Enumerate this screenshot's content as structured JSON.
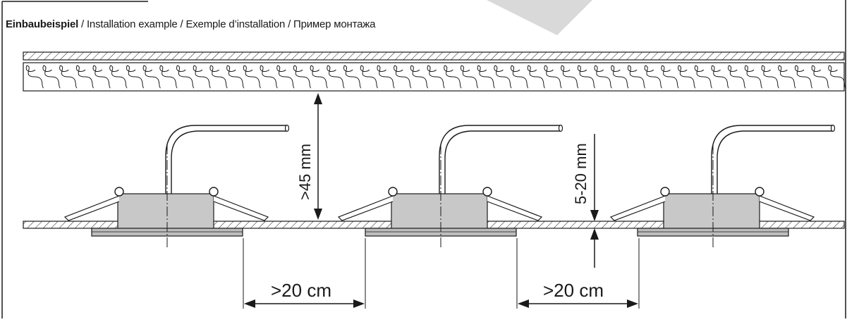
{
  "title": {
    "bold": "Einbaubeispiel",
    "rest": " / Installation example / Exemple d’installation / Пример монтажа"
  },
  "labels": {
    "insulation_gap": ">45 mm",
    "ceiling_thickness": "5-20 mm",
    "spacing_1": ">20 cm",
    "spacing_2": ">20 cm"
  },
  "colors": {
    "line": "#1a1a1a",
    "housing": "#c8c8c8",
    "bezel": "#bdbdbd",
    "watermark": "#d9d9d9"
  },
  "fixture_count": 3
}
